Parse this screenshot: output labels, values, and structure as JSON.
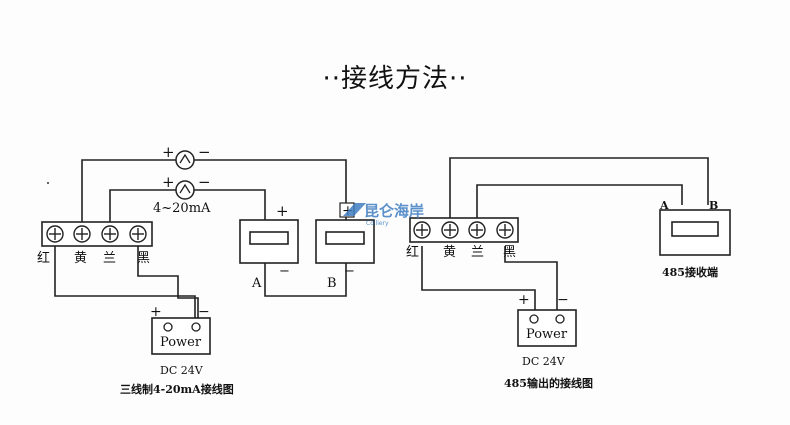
{
  "page": {
    "heading": "··接线方法··"
  },
  "watermark": {
    "brand": "昆仑海岸",
    "sub": "Colliery"
  },
  "left_diagram": {
    "terminal_labels": [
      "红",
      "黄",
      "兰",
      "黑"
    ],
    "ammeter_range": "4~20mA",
    "plus": "+",
    "minus": "−",
    "meter_a_label": "A",
    "meter_b_label": "B",
    "power_label": "Power",
    "power_spec": "DC 24V",
    "caption": "三线制4-20mA接线图"
  },
  "right_diagram": {
    "terminal_labels": [
      "红",
      "黄",
      "兰",
      "黑"
    ],
    "plus": "+",
    "minus": "−",
    "receiver_a": "A",
    "receiver_b": "B",
    "receiver_caption": "485接收端",
    "power_label": "Power",
    "power_spec": "DC 24V",
    "caption": "485输出的接线图"
  }
}
